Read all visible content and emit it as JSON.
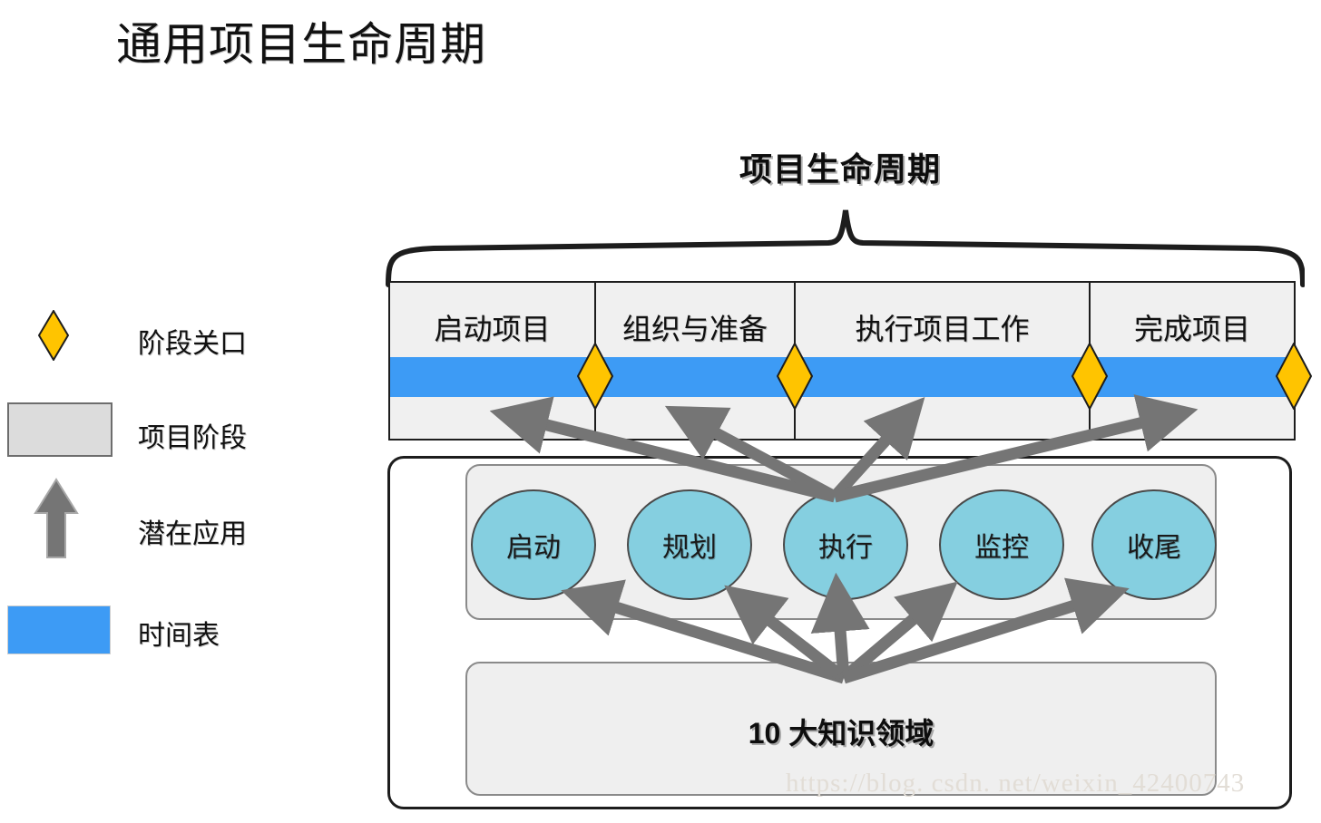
{
  "page": {
    "title": "通用项目生命周期",
    "watermark": "https://blog. csdn. net/weixin_42400743"
  },
  "legend": {
    "items": [
      {
        "label": "阶段关口",
        "icon": "diamond-icon",
        "color": "#FFC400"
      },
      {
        "label": "项目阶段",
        "icon": "rectangle-icon",
        "color": "#DCDCDC"
      },
      {
        "label": "潜在应用",
        "icon": "up-arrow-icon",
        "color": "#757575"
      },
      {
        "label": "时间表",
        "icon": "blue-bar-icon",
        "color": "#3D9BF5"
      }
    ]
  },
  "diagram": {
    "heading": "项目生命周期",
    "phases": [
      {
        "label": "启动项目"
      },
      {
        "label": "组织与准备"
      },
      {
        "label": "执行项目工作"
      },
      {
        "label": "完成项目"
      }
    ],
    "gate_count": 4,
    "timeline_color": "#3D9BF5",
    "gate_color": "#FFC400",
    "process_groups": [
      {
        "label": "启动"
      },
      {
        "label": "规划"
      },
      {
        "label": "执行"
      },
      {
        "label": "监控"
      },
      {
        "label": "收尾"
      }
    ],
    "process_group_color": "#85CFE0",
    "knowledge_areas": "10 大知识领域",
    "arrow_color": "#757575"
  }
}
